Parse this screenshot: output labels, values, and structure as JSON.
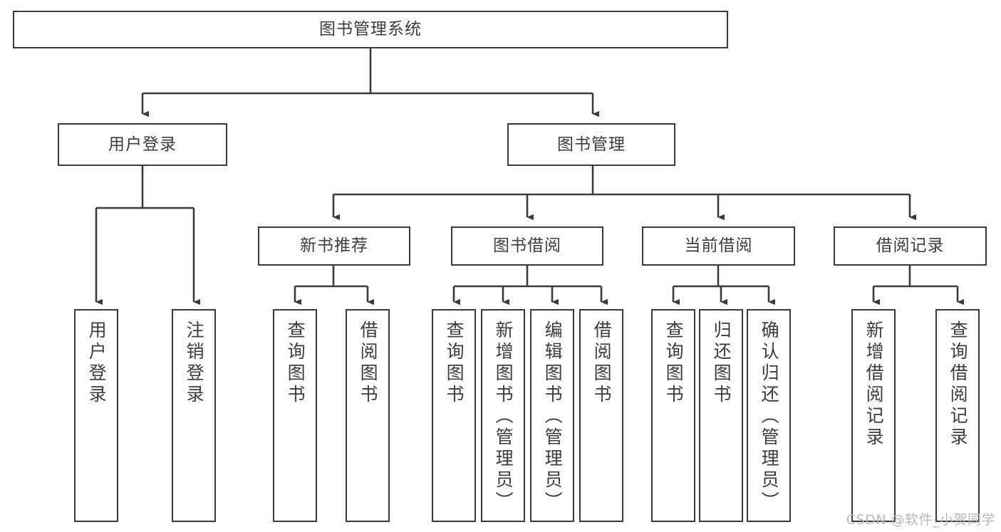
{
  "diagram": {
    "title": "图书管理系统",
    "type": "tree-hierarchy-chart",
    "orientation": "top-down",
    "colors": {
      "background": "#ffffff",
      "box_border": "#3a3a3a",
      "box_fill": "#ffffff",
      "text": "#3c3c3c",
      "edge": "#3a3a3a",
      "watermark": "#b9b9b9"
    },
    "watermark": "CSDN @软件_小贺同学"
  },
  "nodes": {
    "root": {
      "label": "图书管理系统"
    },
    "level2": [
      {
        "label": "用户登录"
      },
      {
        "label": "图书管理"
      }
    ],
    "level3": [
      {
        "label": "新书推荐"
      },
      {
        "label": "图书借阅"
      },
      {
        "label": "当前借阅"
      },
      {
        "label": "借阅记录"
      }
    ],
    "leaves": {
      "user_login": [
        {
          "label": "用户登录"
        },
        {
          "label": "注销登录"
        }
      ],
      "new_book_recommend": [
        {
          "label": "查询图书"
        },
        {
          "label": "借阅图书"
        }
      ],
      "book_borrow": [
        {
          "label": "查询图书"
        },
        {
          "label": "新增图书（管理员）"
        },
        {
          "label": "编辑图书（管理员）"
        },
        {
          "label": "借阅图书"
        }
      ],
      "current_borrow": [
        {
          "label": "查询图书"
        },
        {
          "label": "归还图书"
        },
        {
          "label": "确认归还（管理员）"
        }
      ],
      "borrow_record": [
        {
          "label": "新增借阅记录"
        },
        {
          "label": "查询借阅记录"
        }
      ]
    }
  }
}
